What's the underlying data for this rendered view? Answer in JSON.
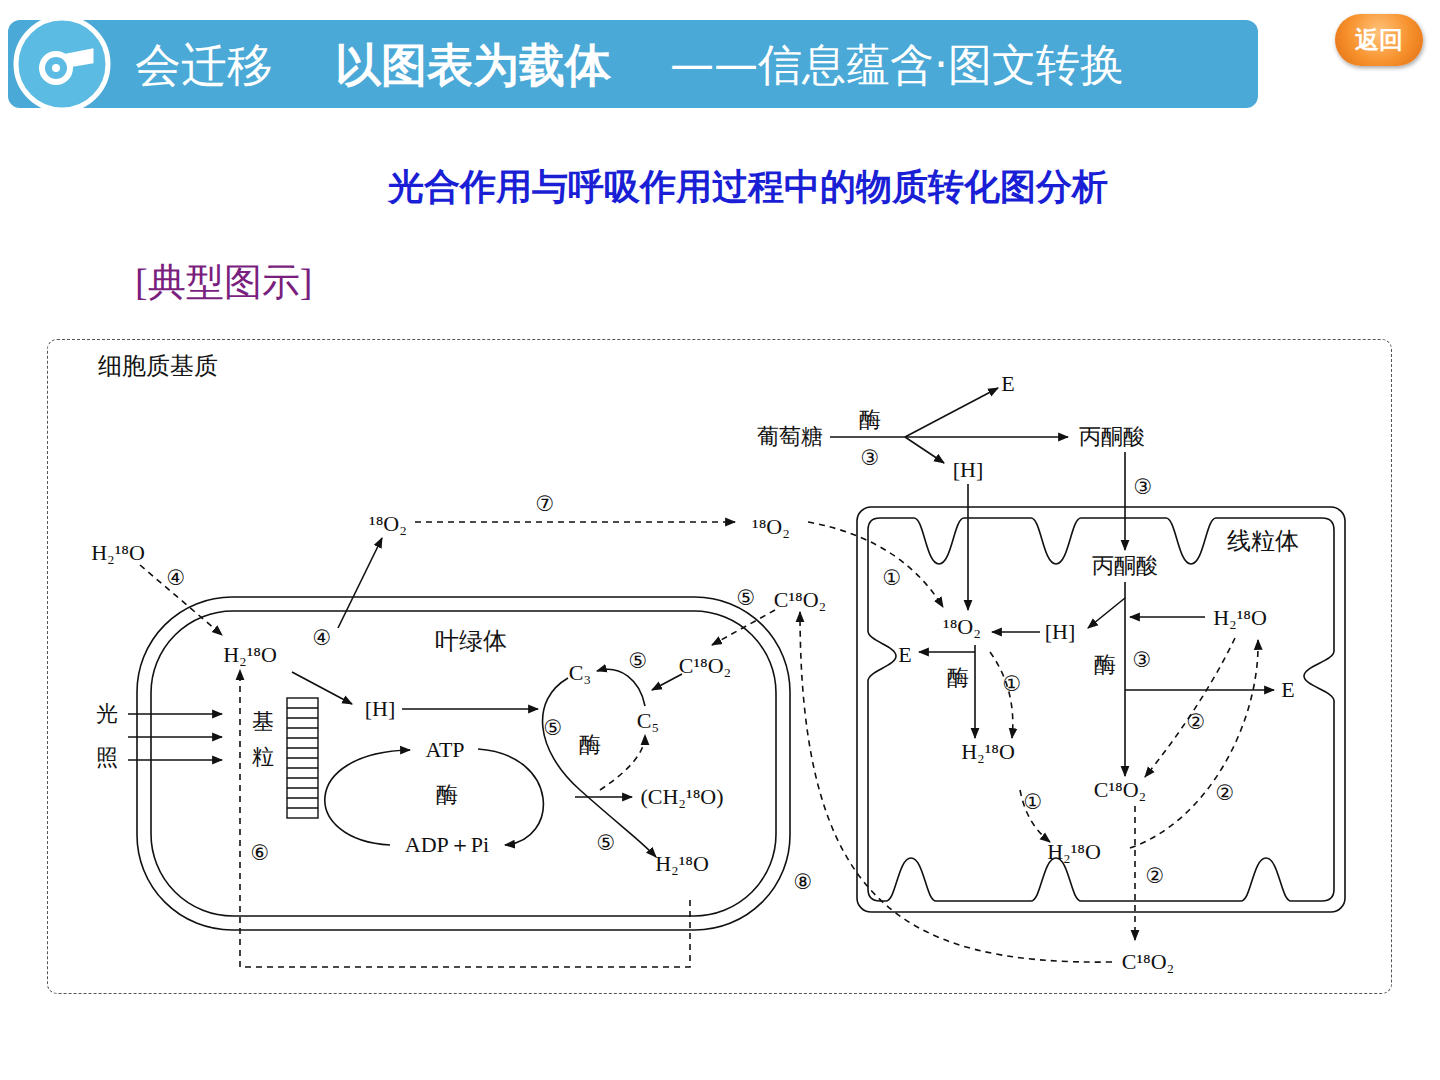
{
  "diagram": {
    "title": "光合作用与呼吸作用过程中的物质转化图分析",
    "nodes": [
      {
        "text": [
          "会迁移",
          "以图表为载体",
          "——信息蕴含·图文转换"
        ]
      },
      {
        "text": [
          "返回"
        ]
      },
      {
        "text": [
          "细胞质基质"
        ]
      },
      {
        "text": [
          "叶绿体"
        ],
        "in": 2
      },
      {
        "text": [
          "线粒体"
        ],
        "in": 2
      }
    ],
    "labels": [
      "[典型图示]",
      "葡萄糖",
      "酶",
      "③",
      "E",
      "丙酮酸",
      "[H]",
      "③",
      "H₂¹⁸O",
      "④",
      "¹⁸O₂",
      "⑦",
      "¹⁸O₂",
      "①",
      "④",
      "H₂¹⁸O",
      "⑤",
      "C¹⁸O₂",
      "C₃",
      "⑤",
      "C¹⁸O₂",
      "光",
      "照",
      "基",
      "粒",
      "[H]",
      "C₅",
      "⑤",
      "酶",
      "ATP",
      "酶",
      "(CH₂¹⁸O)",
      "ADP＋Pi",
      "⑤",
      "H₂¹⁸O",
      "⑥",
      "⑧",
      "丙酮酸",
      "¹⁸O₂",
      "[H]",
      "H₂¹⁸O",
      "E",
      "③",
      "酶",
      "E",
      "酶",
      "①",
      "②",
      "H₂¹⁸O",
      "C¹⁸O₂",
      "②",
      "①",
      "H₂¹⁸O",
      "②",
      "C¹⁸O₂"
    ]
  }
}
